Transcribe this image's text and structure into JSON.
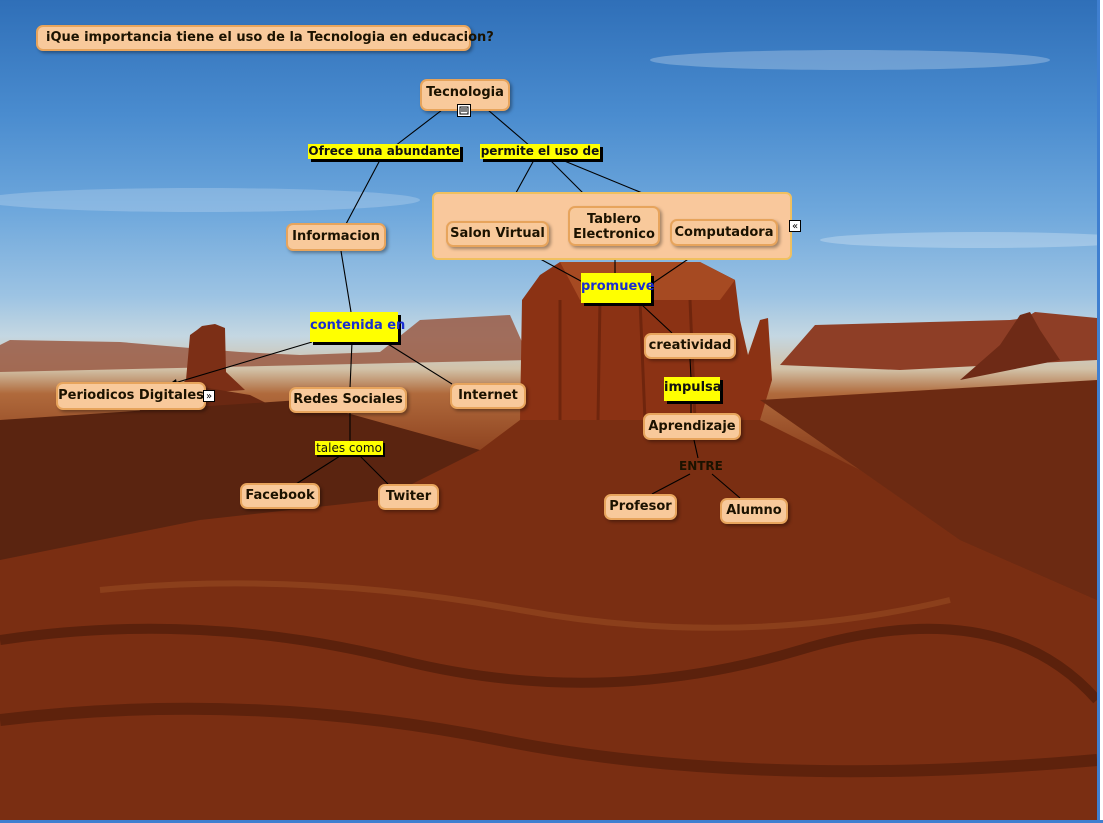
{
  "title": "iQue importancia tiene el uso de la Tecnologia  en educacion?",
  "concepts": {
    "tecnologia": "Tecnologia",
    "informacion": "Informacion",
    "salon_virtual": "Salon Virtual",
    "tablero_electronico": "Tablero Electronico",
    "computadora": "Computadora",
    "periodicos_digitales": "Periodicos Digitales",
    "redes_sociales": "Redes Sociales",
    "internet": "Internet",
    "facebook": "Facebook",
    "twiter": "Twiter",
    "creatividad": "creatividad",
    "aprendizaje": "Aprendizaje",
    "profesor": "Profesor",
    "alumno": "Alumno"
  },
  "linking_phrases": {
    "ofrece": "Ofrece una abundante",
    "permite": "permite el uso de",
    "contenida": "contenida en",
    "tales": "tales como",
    "promueve": "promueve",
    "impulsa": "impulsa",
    "entre": "ENTRE"
  },
  "icons": {
    "resource": "document-icon",
    "expand": "expand-right-icon",
    "collapse": "collapse-left-icon"
  }
}
